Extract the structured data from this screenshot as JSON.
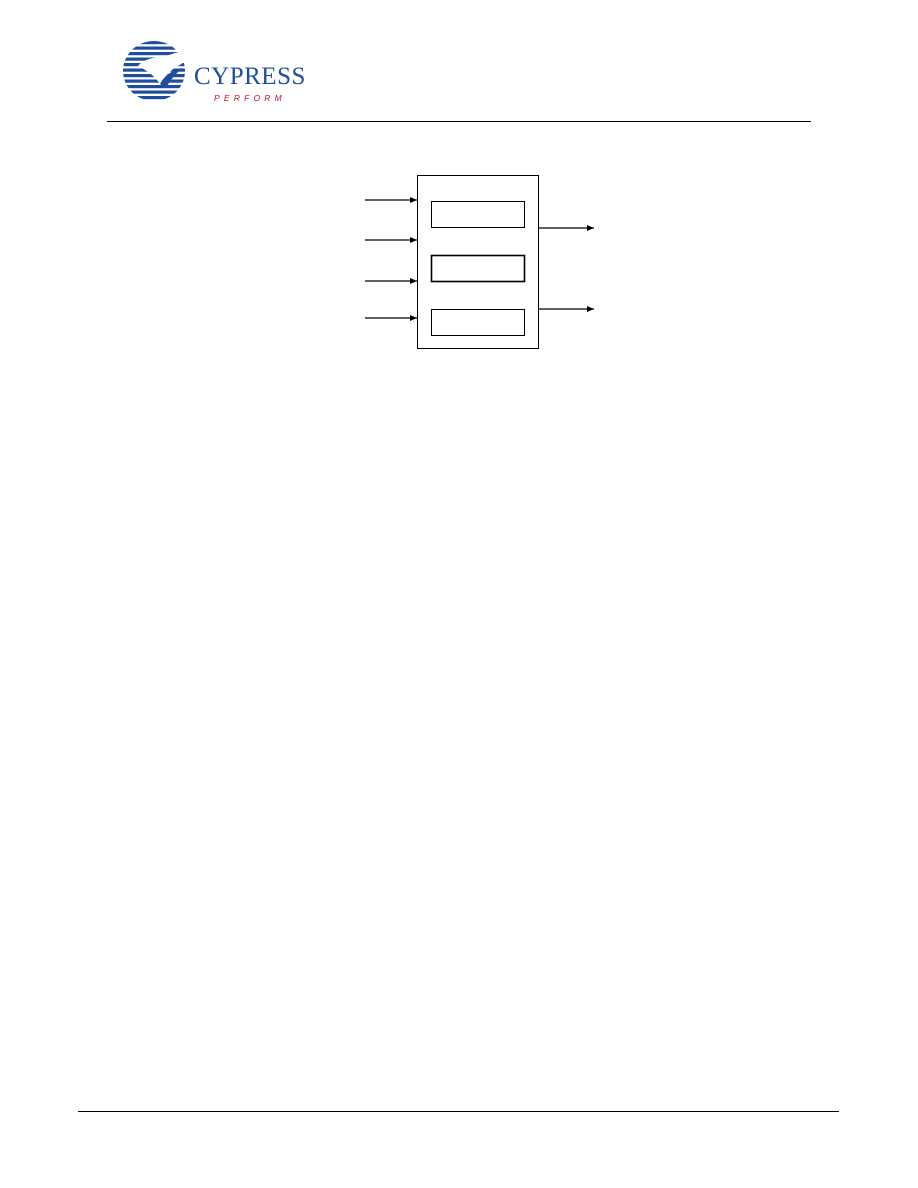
{
  "header": {
    "logo": {
      "wordmark": "CYPRESS",
      "tagline": "PERFORM",
      "colors": {
        "blue": "#1f4e9c",
        "red": "#c8102e"
      }
    }
  },
  "diagram": {
    "input_arrows": 4,
    "inner_blocks": 3,
    "output_arrows": 2
  }
}
